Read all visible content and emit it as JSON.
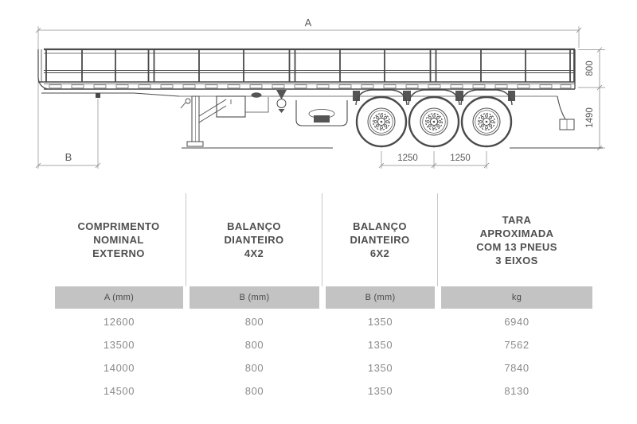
{
  "drawing": {
    "title": "flatbed-semi-trailer-side-view",
    "labels": {
      "overall_length": "A",
      "front_overhang": "B",
      "side_height": "800",
      "floor_height": "1490",
      "axle_spacing_1": "1250",
      "axle_spacing_2": "1250"
    }
  },
  "table": {
    "columns": [
      {
        "title": "COMPRIMENTO\nNOMINAL\nEXTERNO",
        "unit": "A (mm)"
      },
      {
        "title": "BALANÇO\nDIANTEIRO\n4X2",
        "unit": "B (mm)"
      },
      {
        "title": "BALANÇO\nDIANTEIRO\n6X2",
        "unit": "B (mm)"
      },
      {
        "title": "TARA\nAPROXIMADA\nCOM 13 PNEUS\n3 EIXOS",
        "unit": "kg"
      }
    ],
    "rows": [
      [
        "12600",
        "800",
        "1350",
        "6940"
      ],
      [
        "13500",
        "800",
        "1350",
        "7562"
      ],
      [
        "14000",
        "800",
        "1350",
        "7840"
      ],
      [
        "14500",
        "800",
        "1350",
        "8130"
      ]
    ]
  },
  "colors": {
    "line_work": "#4a4a4a",
    "dimension_lines": "#808080",
    "header_bar": "#c3c3c3",
    "header_text": "#4f4f4f",
    "data_text": "#8a8a8a"
  },
  "chart_data": {
    "type": "table",
    "title": "Trailer specifications",
    "columns": [
      "COMPRIMENTO NOMINAL EXTERNO A (mm)",
      "BALANÇO DIANTEIRO 4X2 B (mm)",
      "BALANÇO DIANTEIRO 6X2 B (mm)",
      "TARA APROXIMADA COM 13 PNEUS 3 EIXOS kg"
    ],
    "rows": [
      [
        12600,
        800,
        1350,
        6940
      ],
      [
        13500,
        800,
        1350,
        7562
      ],
      [
        14000,
        800,
        1350,
        7840
      ],
      [
        14500,
        800,
        1350,
        8130
      ]
    ],
    "diagram_dimensions": {
      "side_height_mm": 800,
      "floor_height_mm": 1490,
      "axle_spacing_mm": [
        1250,
        1250
      ]
    }
  }
}
